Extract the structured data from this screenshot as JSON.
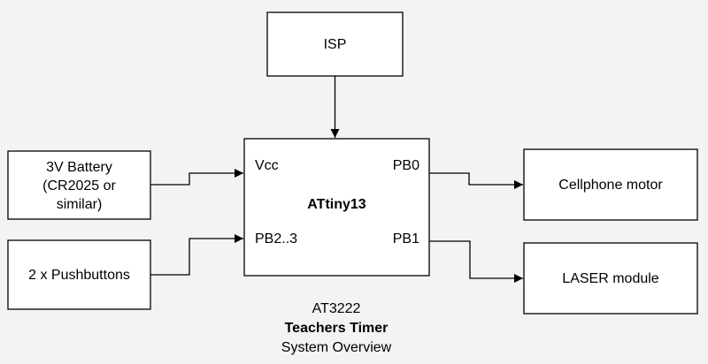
{
  "blocks": {
    "isp": "ISP",
    "battery": [
      "3V Battery",
      "(CR2025 or",
      "similar)"
    ],
    "pushbuttons": "2 x Pushbuttons",
    "mcu": "ATtiny13",
    "motor": "Cellphone motor",
    "laser": "LASER module"
  },
  "pins": {
    "vcc": "Vcc",
    "pb23": "PB2..3",
    "pb0": "PB0",
    "pb1": "PB1"
  },
  "caption": {
    "code": "AT3222",
    "title": "Teachers Timer",
    "subtitle": "System Overview"
  },
  "colors": {
    "background": "#f3f3f3",
    "box_fill": "#ffffff",
    "stroke": "#000000"
  }
}
